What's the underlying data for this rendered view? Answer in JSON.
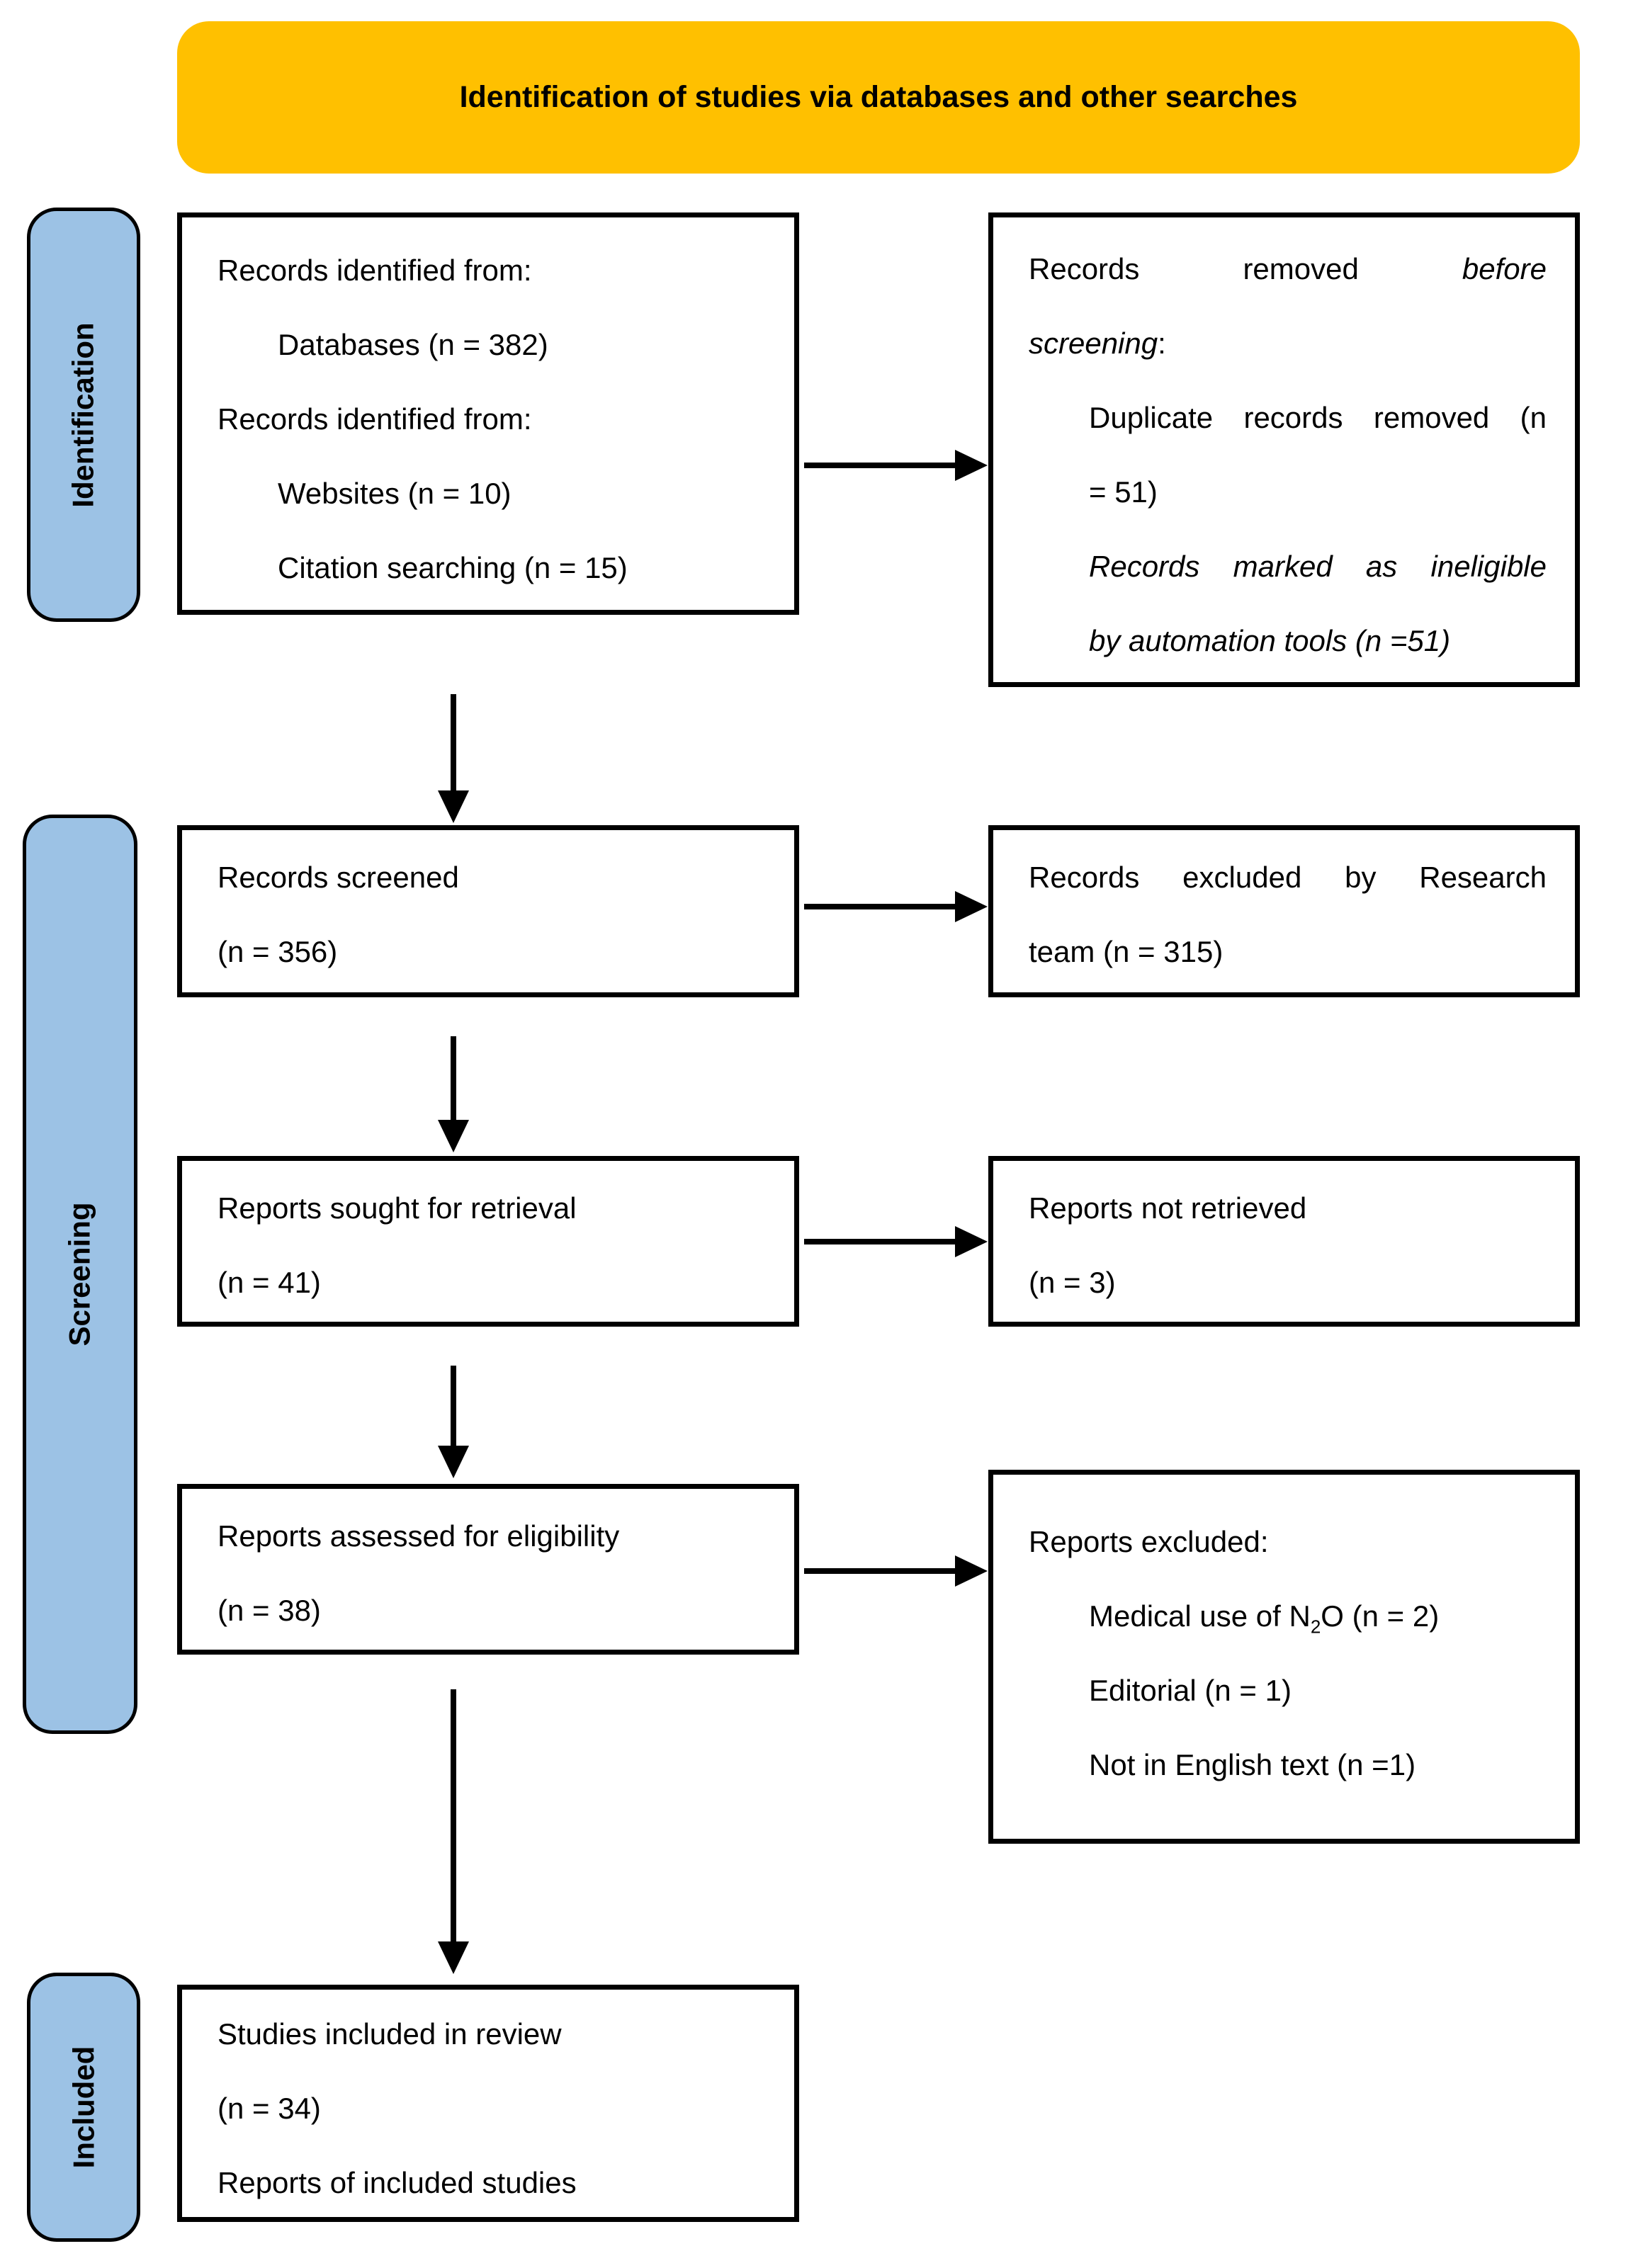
{
  "header": {
    "title": "Identification of studies via databases and other searches"
  },
  "stages": [
    {
      "label": "Identification"
    },
    {
      "label": "Screening"
    },
    {
      "label": "Included"
    }
  ],
  "boxes": {
    "records_identified": {
      "lines": [
        {
          "segments": [
            {
              "text": "Records identified from:"
            }
          ]
        },
        {
          "indent": true,
          "segments": [
            {
              "text": "Databases (n = 382)"
            }
          ]
        },
        {
          "segments": [
            {
              "text": "Records identified from:"
            }
          ]
        },
        {
          "indent": true,
          "segments": [
            {
              "text": "Websites (n = 10)"
            }
          ]
        },
        {
          "indent": true,
          "segments": [
            {
              "text": "Citation searching (n = 15)"
            }
          ]
        }
      ]
    },
    "records_removed": {
      "lines": [
        {
          "justify": true,
          "segments": [
            {
              "text": "Records removed "
            },
            {
              "text": "before",
              "italic": true
            }
          ]
        },
        {
          "segments": [
            {
              "text": "screening",
              "italic": true
            },
            {
              "text": ":"
            }
          ]
        },
        {
          "indent": true,
          "justify": true,
          "segments": [
            {
              "text": "Duplicate records removed (n"
            }
          ]
        },
        {
          "indent": true,
          "segments": [
            {
              "text": "= 51)"
            }
          ]
        },
        {
          "indent": true,
          "justify": true,
          "segments": [
            {
              "text": "Records marked as ineligible",
              "italic": true
            }
          ]
        },
        {
          "indent": true,
          "segments": [
            {
              "text": "by automation tools (n =51)",
              "italic": true
            }
          ]
        }
      ]
    },
    "records_screened": {
      "lines": [
        {
          "segments": [
            {
              "text": "Records screened"
            }
          ]
        },
        {
          "segments": [
            {
              "text": "(n = 356)"
            }
          ]
        }
      ]
    },
    "records_excluded": {
      "lines": [
        {
          "justify": true,
          "segments": [
            {
              "text": "Records excluded by Research"
            }
          ]
        },
        {
          "segments": [
            {
              "text": "team (n = 315)"
            }
          ]
        }
      ]
    },
    "reports_sought": {
      "lines": [
        {
          "segments": [
            {
              "text": "Reports sought for retrieval"
            }
          ]
        },
        {
          "segments": [
            {
              "text": "(n = 41)"
            }
          ]
        }
      ]
    },
    "reports_not_retrieved": {
      "lines": [
        {
          "segments": [
            {
              "text": "Reports not retrieved"
            }
          ]
        },
        {
          "segments": [
            {
              "text": "(n = 3)"
            }
          ]
        }
      ]
    },
    "reports_assessed": {
      "lines": [
        {
          "segments": [
            {
              "text": "Reports assessed for eligibility"
            }
          ]
        },
        {
          "segments": [
            {
              "text": "(n = 38)"
            }
          ]
        }
      ]
    },
    "reports_excluded": {
      "lines": [
        {
          "segments": [
            {
              "text": "Reports excluded:"
            }
          ]
        },
        {
          "indent": true,
          "segments": [
            {
              "text": "Medical use of N"
            },
            {
              "text": "2",
              "sub": true
            },
            {
              "text": "O (n = 2)"
            }
          ]
        },
        {
          "indent": true,
          "segments": [
            {
              "text": "Editorial (n = 1)"
            }
          ]
        },
        {
          "indent": true,
          "segments": [
            {
              "text": "Not in English text (n =1)"
            }
          ]
        }
      ]
    },
    "studies_included": {
      "lines": [
        {
          "segments": [
            {
              "text": "Studies included in review"
            }
          ]
        },
        {
          "segments": [
            {
              "text": "(n = 34)"
            }
          ]
        },
        {
          "segments": [
            {
              "text": "Reports of included studies"
            }
          ]
        }
      ]
    }
  },
  "colors": {
    "header_bg": "#FFC000",
    "stage_bg": "#9CC2E5",
    "box_border": "#000000",
    "box_bg": "#FFFFFF",
    "text": "#000000"
  }
}
